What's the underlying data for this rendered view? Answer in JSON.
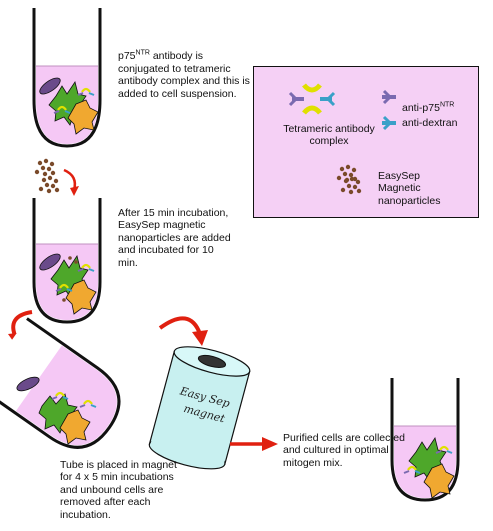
{
  "steps": {
    "step1_text": "antibody is conjugated to tetrameric antibody complex and this is added to cell suspension.",
    "step1_prefix": "p75",
    "step1_sup": "NTR",
    "step2_text": "After 15 min incubation, EasySep magnetic nanoparticles are added and incubated for 10 min.",
    "step3_text": "Tube is placed in magnet for 4 x 5 min incubations and unbound cells are removed after each incubation.",
    "step4_text": "Purified cells are collected and cultured in optimal mitogen mix."
  },
  "magnet": {
    "label": "Easy Sep magnet"
  },
  "legend": {
    "tetrameric_label": "Tetrameric antibody complex",
    "anti_p75_prefix": "anti-p75",
    "anti_p75_sup": "NTR",
    "anti_dextran_label": "anti-dextran",
    "nanoparticles_label": "EasySep Magnetic nanoparticles"
  },
  "colors": {
    "medium": "#f5c8f5",
    "meniscus": "#f9e2f9",
    "legend_bg": "#f5d0f5",
    "arrow_red": "#e02010",
    "cell_green": "#4ea72a",
    "cell_orange": "#f0a830",
    "cell_purple": "#6a4a8a",
    "antibody_purple": "#7a6ab0",
    "antibody_blue": "#3aa0c8",
    "complex_yellow": "#e0e000",
    "magnet_blue": "#c8f0f0",
    "nanoparticle_brown": "#7a4a2a"
  }
}
